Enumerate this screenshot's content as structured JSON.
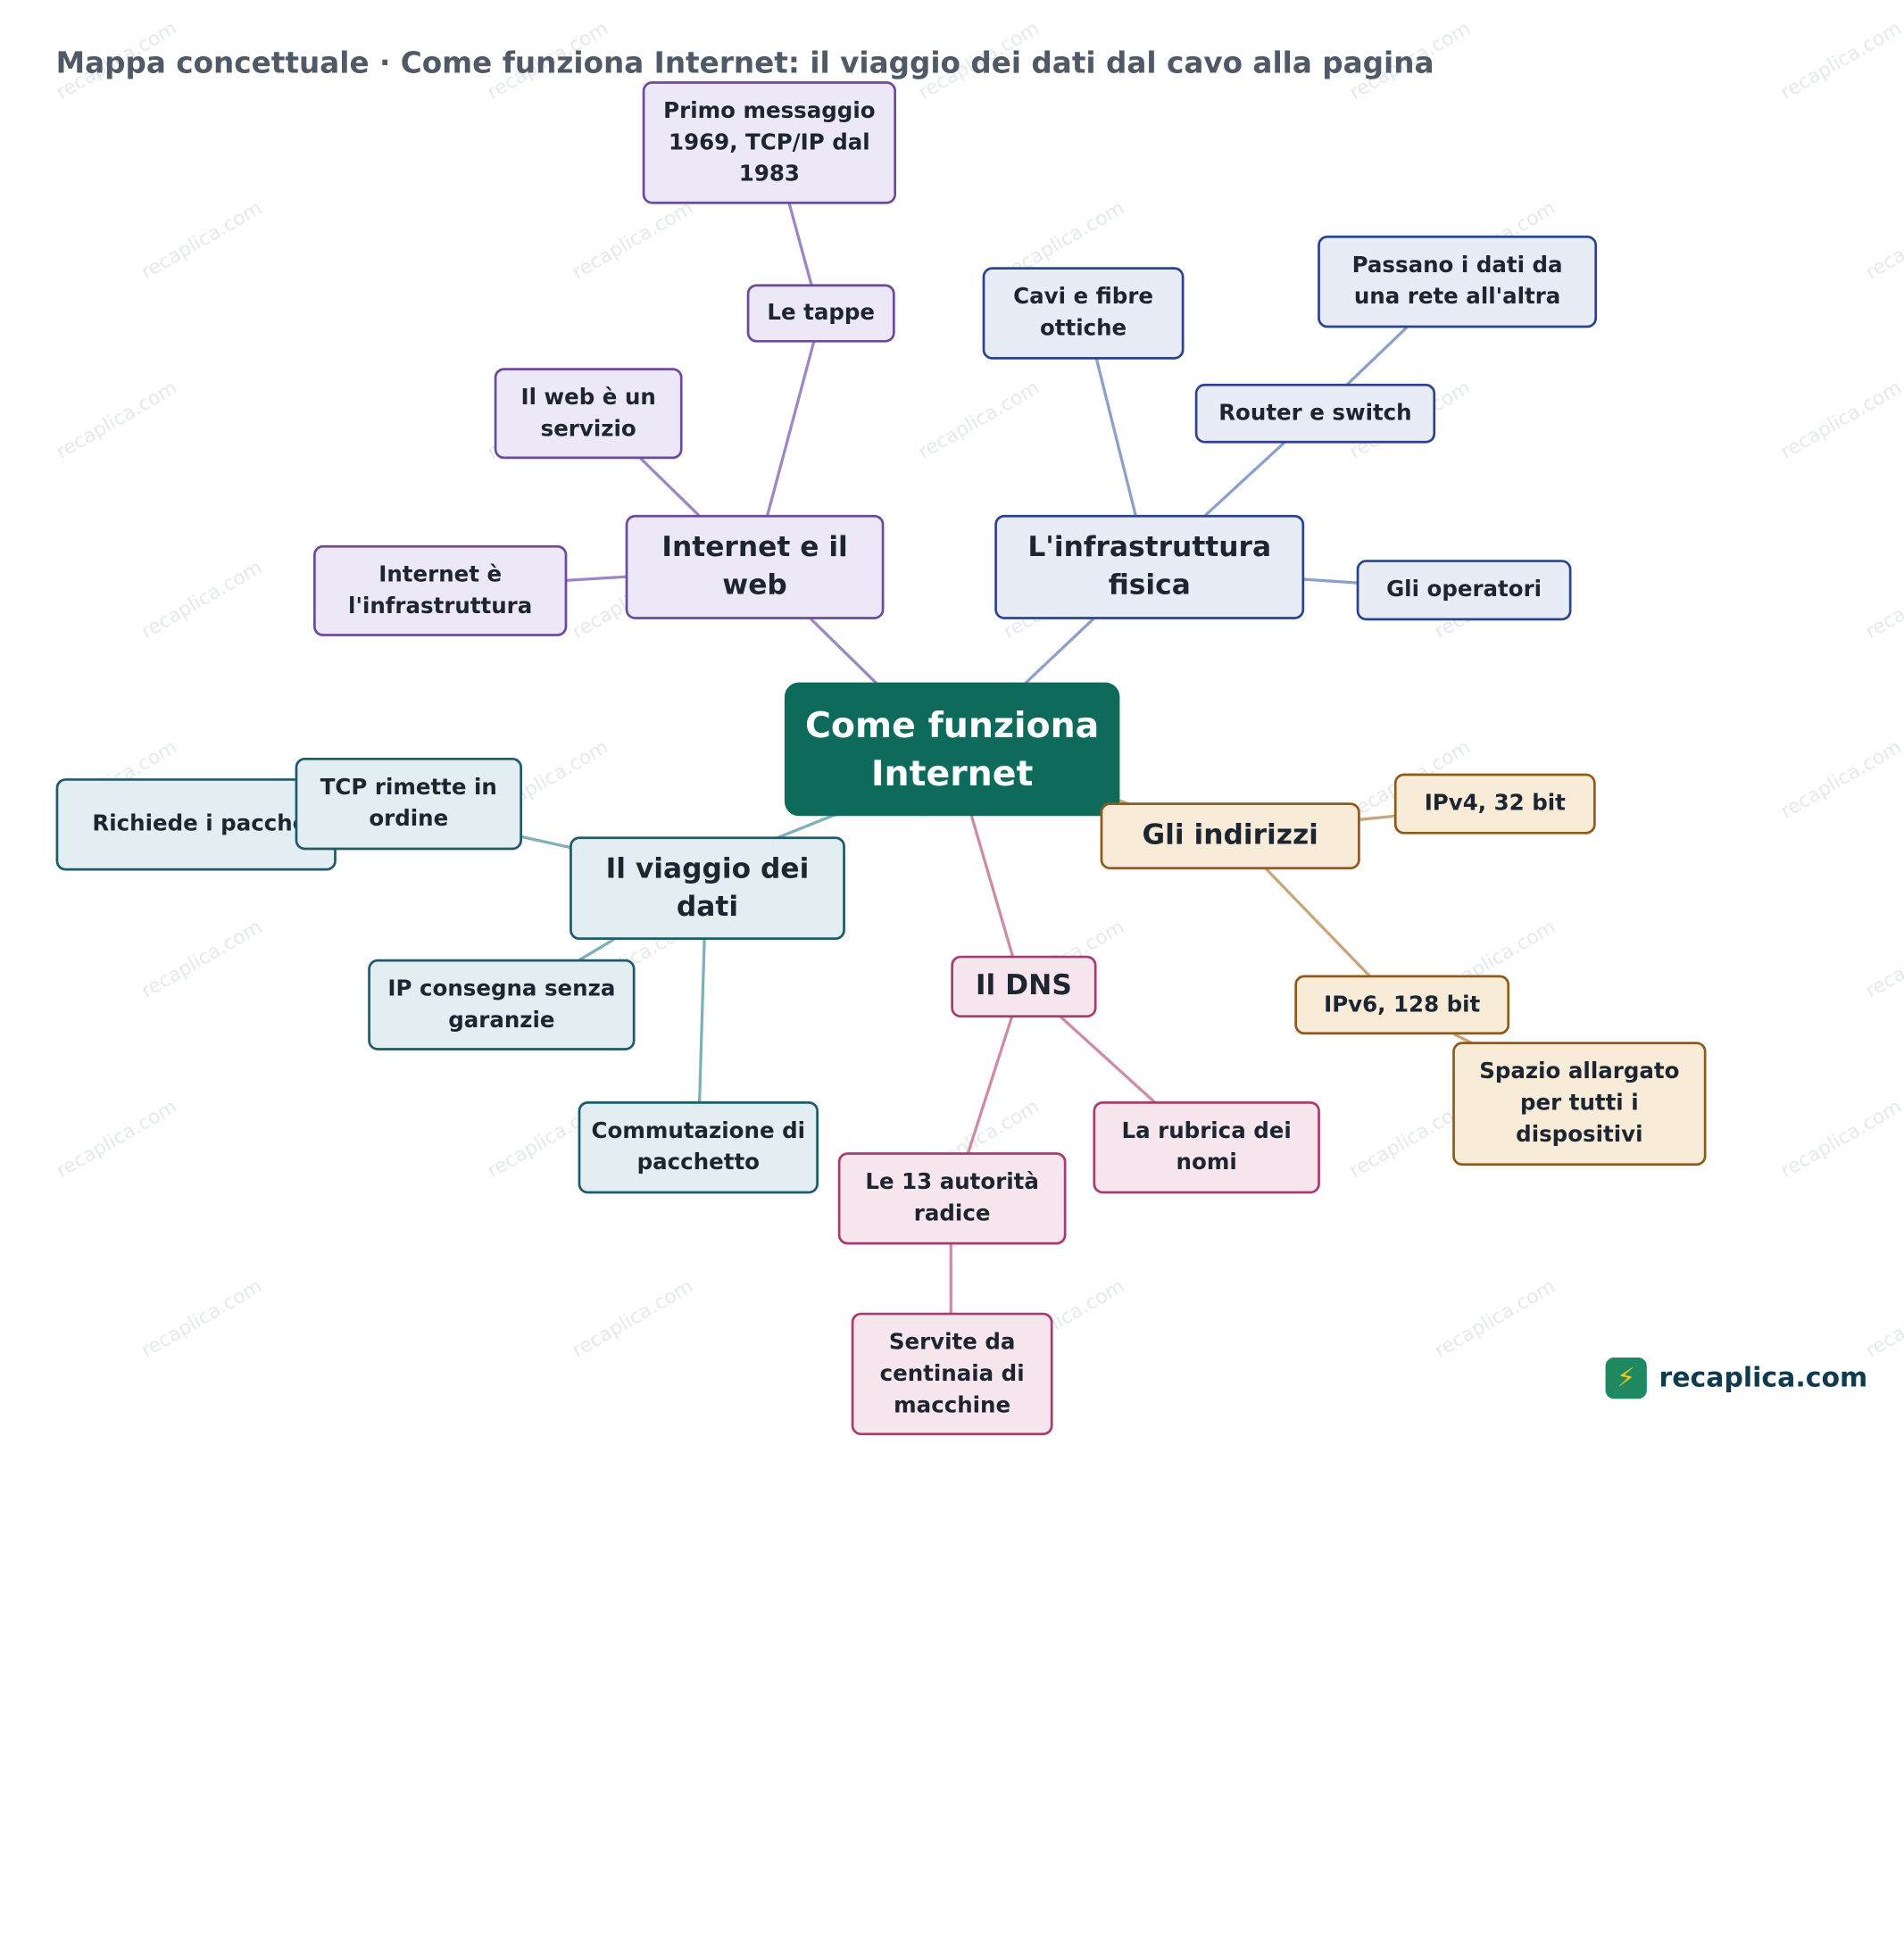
{
  "title": "Mappa concettuale · Come funziona Internet: il viaggio dei dati dal cavo alla pagina",
  "root": "Come funziona Internet",
  "branches": {
    "internet_web": {
      "label": "Internet e il web",
      "color": "#9b86c6",
      "children": {
        "tappe": "Le tappe",
        "primo_messaggio": "Primo messaggio 1969, TCP/IP dal 1983",
        "web_servizio": "Il web è un servizio",
        "internet_infra": "Internet è l'infrastruttura"
      }
    },
    "infrastruttura": {
      "label": "L'infrastruttura fisica",
      "color": "#8da0cc",
      "children": {
        "cavi": "Cavi e fibre ottiche",
        "router": "Router e switch",
        "passano": "Passano i dati da una rete all'altra",
        "operatori": "Gli operatori"
      }
    },
    "viaggio": {
      "label": "Il viaggio dei dati",
      "color": "#7fb0b8",
      "children": {
        "tcp": "TCP rimette in ordine",
        "richiede": "Richiede i pacchetti mancanti",
        "ip": "IP consegna senza garanzie",
        "commutazione": "Commutazione di pacchetto"
      }
    },
    "dns": {
      "label": "Il DNS",
      "color": "#cf8aa8",
      "children": {
        "rubrica": "La rubrica dei nomi",
        "autorita": "Le 13 autorità radice",
        "servite": "Servite da centinaia di macchine"
      }
    },
    "indirizzi": {
      "label": "Gli indirizzi",
      "color": "#c9a57a",
      "children": {
        "ipv4": "IPv4, 32 bit",
        "ipv6": "IPv6, 128 bit",
        "spazio": "Spazio allargato per tutti i dispositivi"
      }
    }
  },
  "logo": {
    "text": "recaplica.com",
    "icon": "bolt-icon"
  },
  "watermark": "recaplica.com"
}
